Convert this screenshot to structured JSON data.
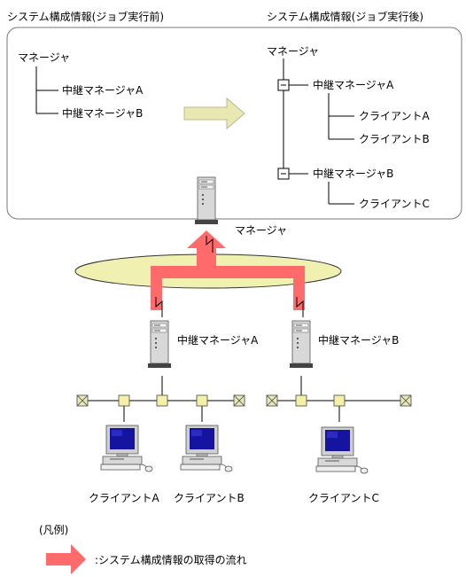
{
  "titles": {
    "before": "システム構成情報(ジョブ実行前)",
    "after": "システム構成情報(ジョブ実行後)"
  },
  "before_tree": {
    "root": "マネージャ",
    "children": [
      "中継マネージャA",
      "中継マネージャB"
    ]
  },
  "after_tree": {
    "root": "マネージャ",
    "relays": [
      {
        "name": "中継マネージャA",
        "clients": [
          "クライアントA",
          "クライアントB"
        ]
      },
      {
        "name": "中継マネージャB",
        "clients": [
          "クライアントC"
        ]
      }
    ]
  },
  "network": {
    "manager": "マネージャ",
    "relay_a": "中継マネージャA",
    "relay_b": "中継マネージャB",
    "clients": [
      "クライアントA",
      "クライアントB",
      "クライアントC"
    ]
  },
  "legend": {
    "title": "(凡例)",
    "arrow_label": ":システム構成情報の取得の流れ"
  },
  "colors": {
    "flow_arrow": "#ff6b6b",
    "ring": "#f0f0b0",
    "transition_arrow": "#e8e8b0",
    "node_box": "#f5f0a8",
    "server_body": "#d4d4d4",
    "monitor_screen": "#1414a0"
  },
  "icons": [
    "server-icon",
    "client-pc-icon",
    "collapse-box-icon",
    "terminator-icon",
    "hub-node-icon"
  ]
}
